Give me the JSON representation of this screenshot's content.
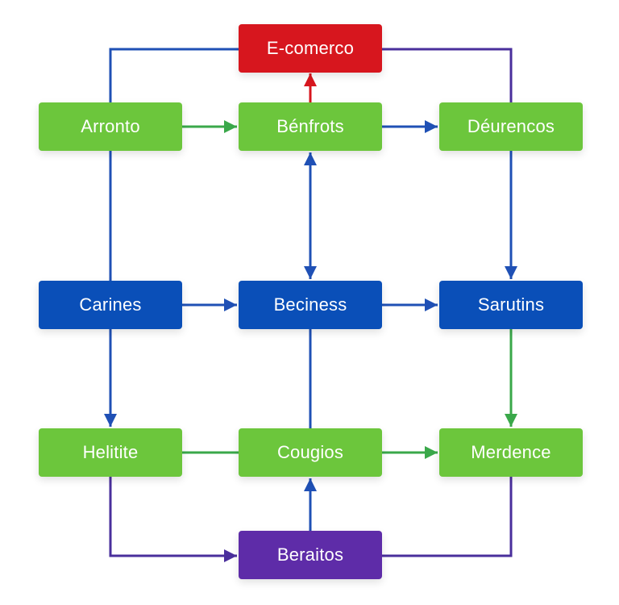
{
  "colors": {
    "green": "#6cc63c",
    "blue": "#0a4fb8",
    "red": "#d7161e",
    "purple": "#5e2ca8",
    "edge_blue": "#1f50b5",
    "edge_green": "#3aa84a",
    "edge_purple": "#4a2f9c",
    "edge_red": "#d7161e"
  },
  "nodes": [
    {
      "id": "ecommerce",
      "label": "E-comerco",
      "color": "red"
    },
    {
      "id": "arronto",
      "label": "Arronto",
      "color": "green"
    },
    {
      "id": "benfrots",
      "label": "Bénfrots",
      "color": "green"
    },
    {
      "id": "deurencos",
      "label": "Déurencos",
      "color": "green"
    },
    {
      "id": "carines",
      "label": "Carines",
      "color": "blue"
    },
    {
      "id": "beciness",
      "label": "Beciness",
      "color": "blue"
    },
    {
      "id": "sarutins",
      "label": "Sarutins",
      "color": "blue"
    },
    {
      "id": "helitite",
      "label": "Helitite",
      "color": "green"
    },
    {
      "id": "cougios",
      "label": "Cougios",
      "color": "green"
    },
    {
      "id": "merdence",
      "label": "Merdence",
      "color": "green"
    },
    {
      "id": "beraitos",
      "label": "Beraitos",
      "color": "purple"
    }
  ],
  "edges": [
    {
      "from": "arronto",
      "to": "ecommerce",
      "color": "edge_blue",
      "arrow": "none"
    },
    {
      "from": "deurencos",
      "to": "ecommerce",
      "color": "edge_purple",
      "arrow": "none"
    },
    {
      "from": "benfrots",
      "to": "ecommerce",
      "color": "edge_red",
      "arrow": "end"
    },
    {
      "from": "arronto",
      "to": "benfrots",
      "color": "edge_green",
      "arrow": "end"
    },
    {
      "from": "benfrots",
      "to": "deurencos",
      "color": "edge_blue",
      "arrow": "end"
    },
    {
      "from": "benfrots",
      "to": "beciness",
      "color": "edge_blue",
      "arrow": "both"
    },
    {
      "from": "deurencos",
      "to": "sarutins",
      "color": "edge_blue",
      "arrow": "end"
    },
    {
      "from": "arronto",
      "to": "carines",
      "color": "edge_blue",
      "arrow": "none"
    },
    {
      "from": "carines",
      "to": "beciness",
      "color": "edge_blue",
      "arrow": "end"
    },
    {
      "from": "beciness",
      "to": "sarutins",
      "color": "edge_blue",
      "arrow": "end"
    },
    {
      "from": "carines",
      "to": "helitite",
      "color": "edge_blue",
      "arrow": "end"
    },
    {
      "from": "beciness",
      "to": "cougios",
      "color": "edge_blue",
      "arrow": "none"
    },
    {
      "from": "sarutins",
      "to": "merdence",
      "color": "edge_green",
      "arrow": "end"
    },
    {
      "from": "helitite",
      "to": "cougios",
      "color": "edge_green",
      "arrow": "none"
    },
    {
      "from": "cougios",
      "to": "merdence",
      "color": "edge_green",
      "arrow": "end"
    },
    {
      "from": "helitite",
      "to": "beraitos",
      "color": "edge_purple",
      "arrow": "end"
    },
    {
      "from": "beraitos",
      "to": "cougios",
      "color": "edge_blue",
      "arrow": "end"
    },
    {
      "from": "merdence",
      "to": "beraitos",
      "color": "edge_purple",
      "arrow": "none"
    }
  ]
}
